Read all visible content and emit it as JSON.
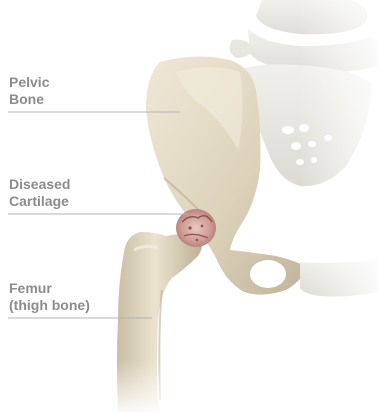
{
  "labels": {
    "pelvic_bone": [
      "Pelvic",
      "Bone"
    ],
    "diseased_cartilage": [
      "Diseased",
      "Cartilage"
    ],
    "femur": [
      "Femur",
      "(thigh bone)"
    ]
  },
  "colors": {
    "label_text": "#8c8c8c",
    "leader_line": "#b4b4b4",
    "bone": "#e2d9c4",
    "bone_shadow": "#b9ae95",
    "spine": "#eceae4",
    "cartilage": "#c98a86",
    "background": "#ffffff"
  }
}
